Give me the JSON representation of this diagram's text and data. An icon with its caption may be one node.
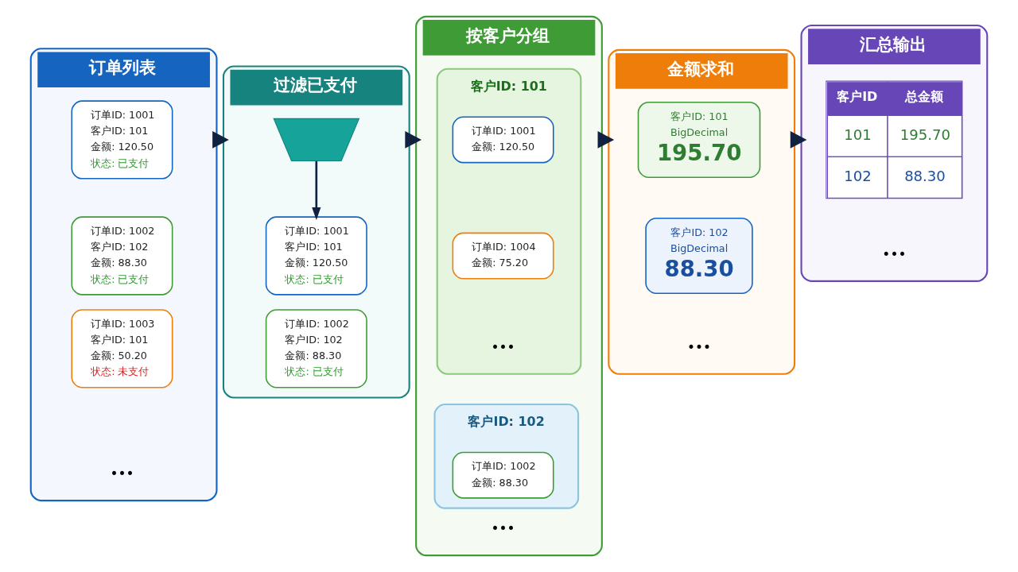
{
  "diagram": {
    "nodes": [
      {
        "text": [
          "订单列表"
        ]
      },
      {
        "text": [
          "订单ID: 1001",
          "客户ID: 101",
          "金额: 120.50",
          "状态: 已支付"
        ],
        "in": 0
      },
      {
        "text": [
          "订单ID: 1002",
          "客户ID: 102",
          "金额: 88.30",
          "状态: 已支付"
        ],
        "in": 0
      },
      {
        "text": [
          "订单ID: 1003",
          "客户ID: 101",
          "金额: 50.20",
          "状态: 未支付"
        ],
        "in": 0
      },
      {
        "text": [
          "过滤已支付"
        ]
      },
      {
        "text": [],
        "shape": "funnel",
        "in": 4
      },
      {
        "text": [
          "订单ID: 1001",
          "客户ID: 101",
          "金额: 120.50",
          "状态: 已支付"
        ],
        "in": 4
      },
      {
        "text": [
          "订单ID: 1002",
          "客户ID: 102",
          "金额: 88.30",
          "状态: 已支付"
        ],
        "in": 4
      },
      {
        "text": [
          "按客户分组"
        ]
      },
      {
        "text": [
          "客户ID: 101"
        ],
        "in": 8
      },
      {
        "text": [
          "订单ID: 1001",
          "金额: 120.50"
        ],
        "in": 9
      },
      {
        "text": [
          "订单ID: 1004",
          "金额: 75.20"
        ],
        "in": 9
      },
      {
        "text": [
          "客户ID: 102"
        ],
        "in": 8
      },
      {
        "text": [
          "订单ID: 1002",
          "金额: 88.30"
        ],
        "in": 12
      },
      {
        "text": [
          "金额求和"
        ]
      },
      {
        "text": [
          "客户ID: 101",
          "BigDecimal",
          "195.70"
        ],
        "in": 14
      },
      {
        "text": [
          "客户ID: 102",
          "BigDecimal",
          "88.30"
        ],
        "in": 14
      },
      {
        "text": [
          "汇总输出"
        ]
      },
      {
        "text": [
          "客户ID",
          "总金额",
          "101",
          "195.70",
          "102",
          "88.30"
        ],
        "in": 17
      }
    ],
    "edges": [
      {
        "from": 0,
        "to": 4,
        "arrow": "to"
      },
      {
        "from": 5,
        "to": 6,
        "arrow": "to"
      },
      {
        "from": 4,
        "to": 8,
        "arrow": "to"
      },
      {
        "from": 8,
        "to": 14,
        "arrow": "to"
      },
      {
        "from": 14,
        "to": 17,
        "arrow": "to"
      }
    ],
    "labels": [
      "•••",
      "•••",
      "•••",
      "•••",
      "•••"
    ]
  }
}
